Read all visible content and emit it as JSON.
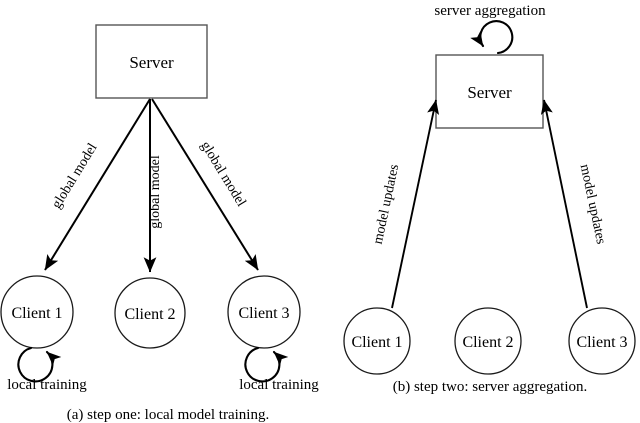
{
  "figure": {
    "type": "diagram",
    "description": "Federated learning two-step schematic",
    "panels": [
      {
        "id": "a",
        "caption": "(a) step one: local model training.",
        "server": {
          "label": "Server",
          "shape": "rectangle"
        },
        "clients": [
          {
            "label": "Client 1",
            "loop_label": "local training",
            "has_loop": true
          },
          {
            "label": "Client 2",
            "loop_label": "",
            "has_loop": false
          },
          {
            "label": "Client 3",
            "loop_label": "local training",
            "has_loop": true
          }
        ],
        "edges": [
          {
            "label": "global model",
            "from": "Server",
            "to": "Client 1",
            "direction": "down"
          },
          {
            "label": "global model",
            "from": "Server",
            "to": "Client 2",
            "direction": "down"
          },
          {
            "label": "global model",
            "from": "Server",
            "to": "Client 3",
            "direction": "down"
          }
        ]
      },
      {
        "id": "b",
        "caption": "(b) step two: server aggregation.",
        "title": "server aggregation",
        "server": {
          "label": "Server",
          "shape": "rectangle",
          "has_loop": true,
          "loop_label": "server aggregation"
        },
        "clients": [
          {
            "label": "Client 1",
            "loop_label": "",
            "has_loop": false
          },
          {
            "label": "Client 2",
            "loop_label": "",
            "has_loop": false
          },
          {
            "label": "Client 3",
            "loop_label": "",
            "has_loop": false
          }
        ],
        "edges": [
          {
            "label": "model updates",
            "from": "Client 1",
            "to": "Server",
            "direction": "up"
          },
          {
            "label": "model updates",
            "from": "Client 3",
            "to": "Server",
            "direction": "up"
          }
        ]
      }
    ],
    "colors": {
      "background": "#ffffff",
      "stroke": "#000000",
      "box_stroke": "#555555",
      "text": "#000000"
    }
  }
}
